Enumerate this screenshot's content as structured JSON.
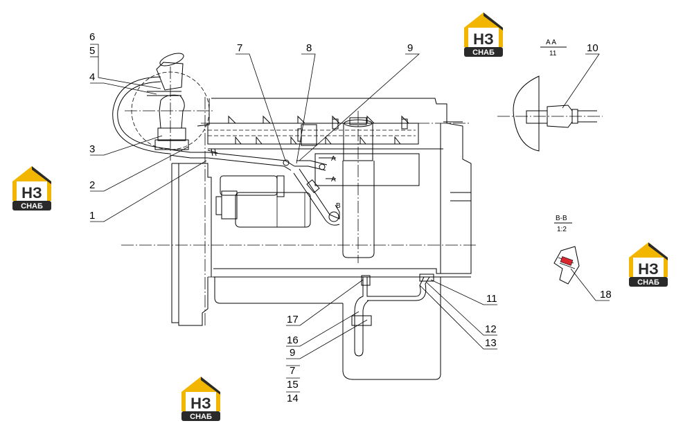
{
  "callouts": {
    "c1": "1",
    "c2": "2",
    "c3": "3",
    "c4": "4",
    "c5": "5",
    "c6": "6",
    "c7": "7",
    "c8": "8",
    "c9": "9",
    "c10": "10",
    "c11": "11",
    "c12": "12",
    "c13": "13",
    "c14": "14",
    "c15": "15",
    "c16": "16",
    "c17": "17",
    "c18": "18",
    "c9b": "9",
    "c7b": "7"
  },
  "sections": {
    "aa_title": "A  A",
    "aa_scale": "11",
    "bb_title": "B-B",
    "bb_scale": "1:2",
    "marker_a": "A",
    "marker_b": "B"
  },
  "logo": {
    "top": "НЗ",
    "bottom": "СНАБ",
    "colors": {
      "yellow": "#f2b600",
      "dark": "#2a2a2a",
      "white": "#ffffff"
    }
  }
}
